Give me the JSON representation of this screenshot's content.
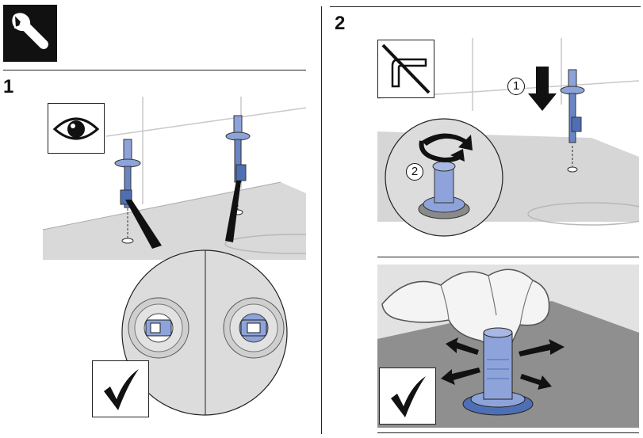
{
  "steps": [
    {
      "number": "1"
    },
    {
      "number": "2"
    }
  ],
  "callouts": {
    "first": "1",
    "second": "2"
  },
  "icons": {
    "tools": "wrench-icon",
    "inspect": "eye-icon",
    "no_tool": "no-allen-key-icon",
    "ok": "checkmark-icon"
  },
  "colors": {
    "part_blue": "#8ea3d9",
    "part_blue_dark": "#4f6fb5",
    "surface_gray": "#d6d6d6",
    "wall_gray": "#e8e8e8",
    "magnifier_gray": "#dcdcdc",
    "ink": "#111111"
  }
}
